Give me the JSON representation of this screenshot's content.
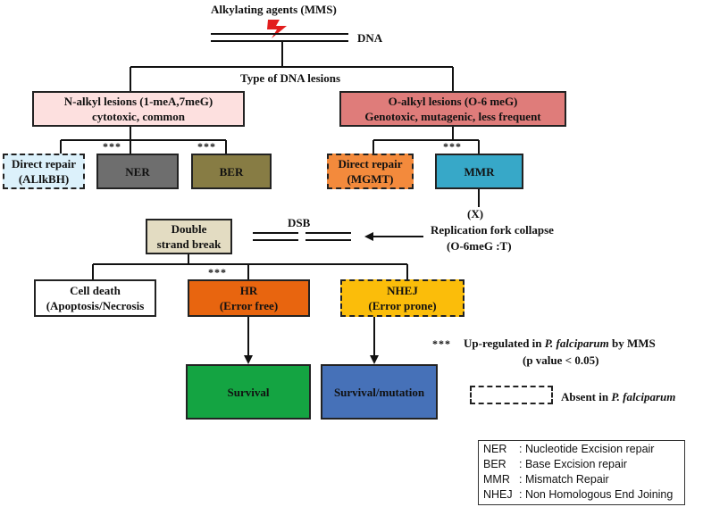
{
  "top": {
    "agent": "Alkylating agents (MMS)",
    "dna": "DNA",
    "lesion_type": "Type of DNA lesions"
  },
  "n_alkyl": {
    "line1": "N-alkyl lesions (1-meA,7meG)",
    "line2": "cytotoxic, common",
    "color": "#fde0df"
  },
  "o_alkyl": {
    "line1": "O-alkyl lesions (O-6 meG)",
    "line2": "Genotoxic, mutagenic, less frequent",
    "color": "#df7c7a"
  },
  "direct_repair_1": {
    "line1": "Direct repair",
    "line2": "(ALlkBH)",
    "color": "#dcf1fb"
  },
  "ner": {
    "label": "NER",
    "color": "#6e6e6e"
  },
  "ber": {
    "label": "BER",
    "color": "#877c44"
  },
  "direct_repair_2": {
    "line1": "Direct repair",
    "line2": "(MGMT)",
    "color": "#f38a3c"
  },
  "mmr": {
    "label": "MMR",
    "color": "#37a8c8"
  },
  "stars": "***",
  "x_mark": "(X)",
  "fork": {
    "line1": "Replication fork collapse",
    "line2": "(O-6meG :T)"
  },
  "dsb_label": "DSB",
  "dsb_box": {
    "line1": "Double",
    "line2": "strand break",
    "color": "#e3dcc2"
  },
  "cell_death": {
    "line1": "Cell death",
    "line2": "(Apoptosis/Necrosis"
  },
  "hr": {
    "line1": "HR",
    "line2": "(Error free)",
    "color": "#e8650f"
  },
  "nhej": {
    "line1": "NHEJ",
    "line2": "(Error prone)",
    "color": "#fbbd0a"
  },
  "survival": {
    "label": "Survival",
    "color": "#14a442"
  },
  "survival_mutation": {
    "label": "Survival/mutation",
    "color": "#4671b8"
  },
  "legend": {
    "stars": "***",
    "upregulated_prefix": "Up-regulated in ",
    "species": "P. falciparum",
    "upregulated_suffix": " by MMS",
    "pvalue": "(p value < 0.05)",
    "absent_prefix": "Absent in ",
    "absent_species": "P. falciparum"
  },
  "abbreviations": [
    {
      "key": "NER",
      "value": ": Nucleotide Excision repair"
    },
    {
      "key": "BER",
      "value": ": Base Excision repair"
    },
    {
      "key": "MMR",
      "value": ": Mismatch Repair"
    },
    {
      "key": "NHEJ",
      "value": ": Non Homologous End Joining"
    }
  ]
}
